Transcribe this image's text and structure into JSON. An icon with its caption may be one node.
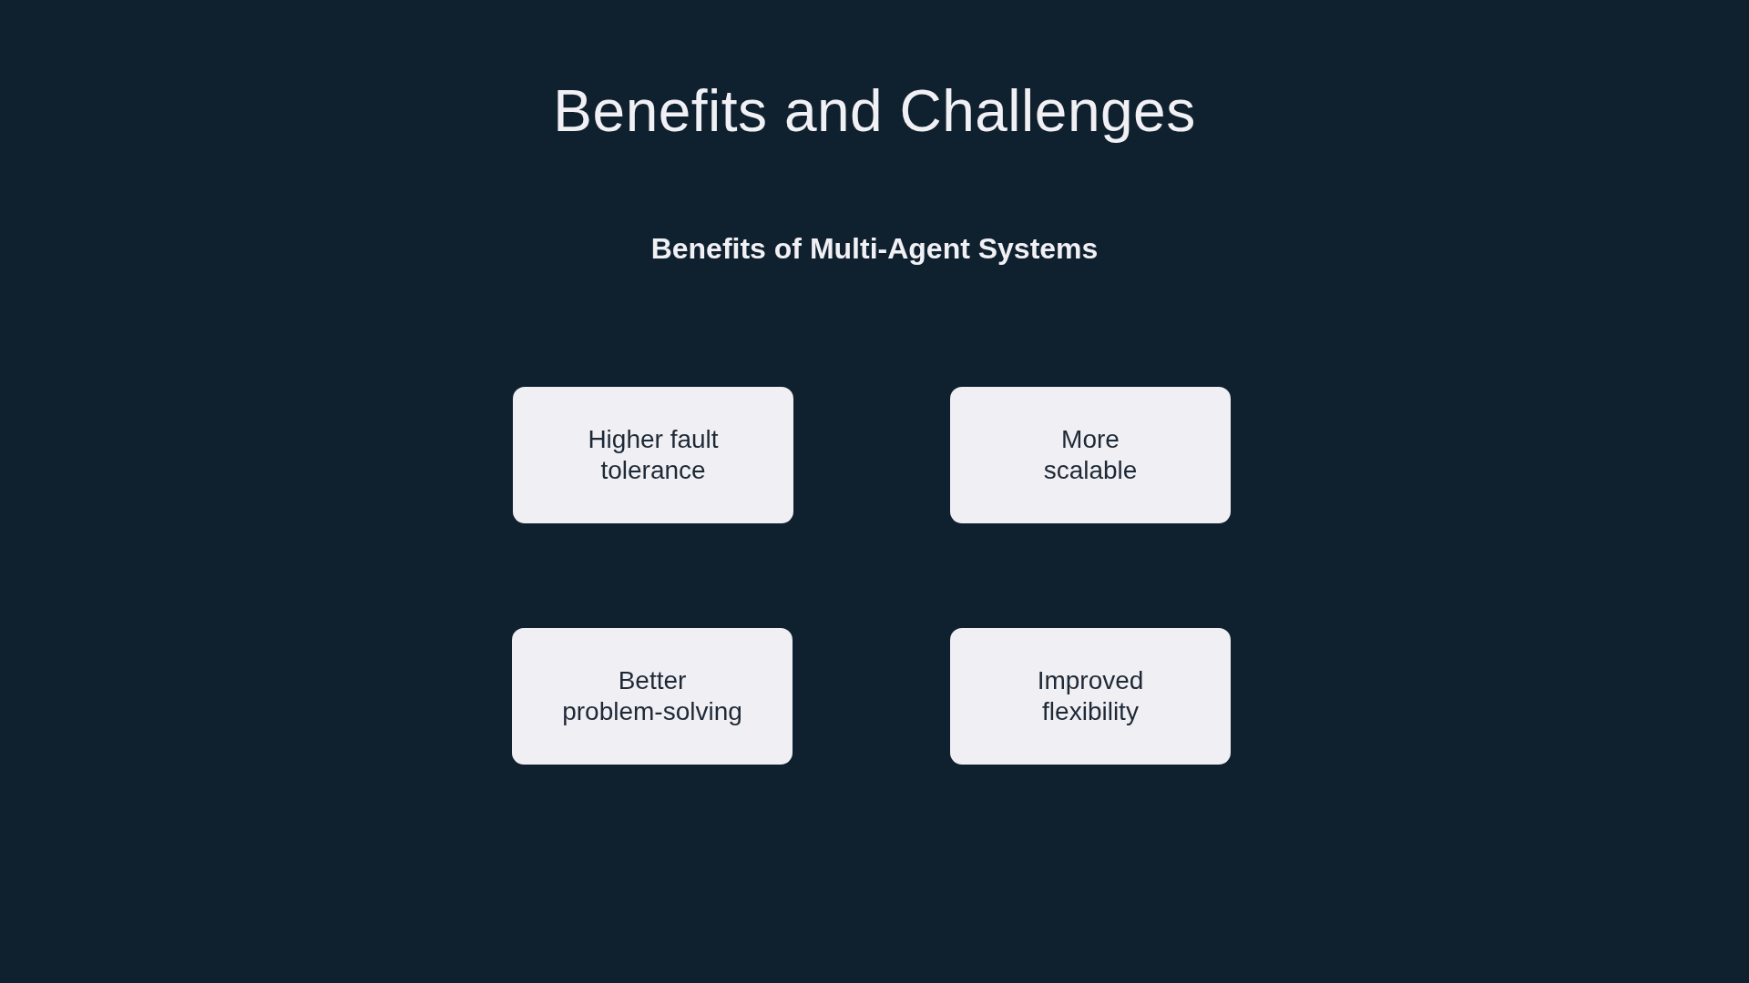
{
  "diagram": {
    "title": "Benefits and Challenges",
    "nodes": [
      {
        "text": [
          "Higher fault tolerance"
        ]
      },
      {
        "text": [
          "More scalable"
        ]
      },
      {
        "text": [
          "Better problem-solving"
        ]
      },
      {
        "text": [
          "Improved flexibility"
        ]
      }
    ],
    "labels": [
      "Benefits of Multi-Agent Systems"
    ]
  }
}
